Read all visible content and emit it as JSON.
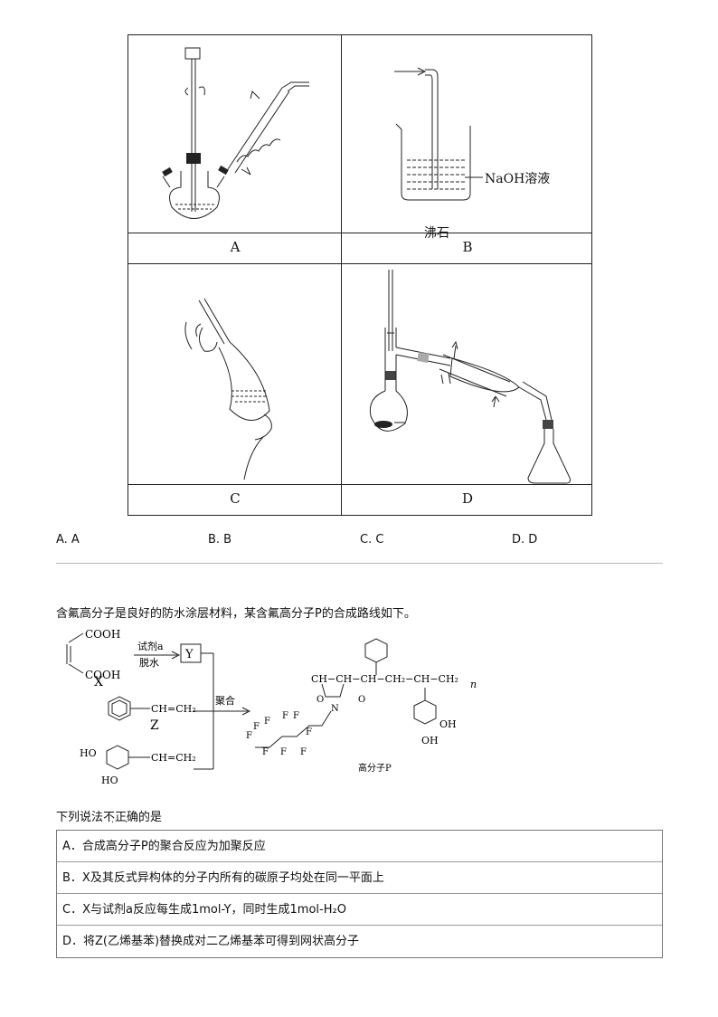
{
  "apparatus": {
    "cells": [
      {
        "label": "A"
      },
      {
        "label": "B",
        "annotation": "NaOH溶液"
      },
      {
        "label": "C"
      },
      {
        "label": "D",
        "annotation": "沸石"
      }
    ]
  },
  "choices": [
    "A. A",
    "B. B",
    "C. C",
    "D. D"
  ],
  "question": {
    "stem": "含氟高分子是良好的防水涂层材料，某含氟高分子P的合成路线如下。",
    "scheme": {
      "x_label": "X",
      "y_label": "Y",
      "z_label": "Z",
      "cooh_top": "COOH",
      "cooh_bottom": "COOH",
      "reagent_top": "试剂a",
      "reagent_bottom": "脱水",
      "vinyl": "CH=CH₂",
      "vinyl2": "CH=CH₂",
      "ho1": "HO",
      "ho2": "HO",
      "polymerize": "聚合",
      "chain": "CH−CH−CH−CH₂−CH−CH₂",
      "oh1": "OH",
      "oh2": "OH",
      "n": "n",
      "o1": "O",
      "o2": "O",
      "nitrogen": "N",
      "f_atom": "F",
      "product_label": "高分子P"
    },
    "prompt": "下列说法不正确的是",
    "options": [
      "A．合成高分子P的聚合反应为加聚反应",
      "B．X及其反式异构体的分子内所有的碳原子均处在同一平面上",
      "C．X与试剂a反应每生成1mol-Y，同时生成1mol-H₂O",
      "D．将Z(乙烯基苯)替换成对二乙烯基苯可得到网状高分子"
    ]
  }
}
